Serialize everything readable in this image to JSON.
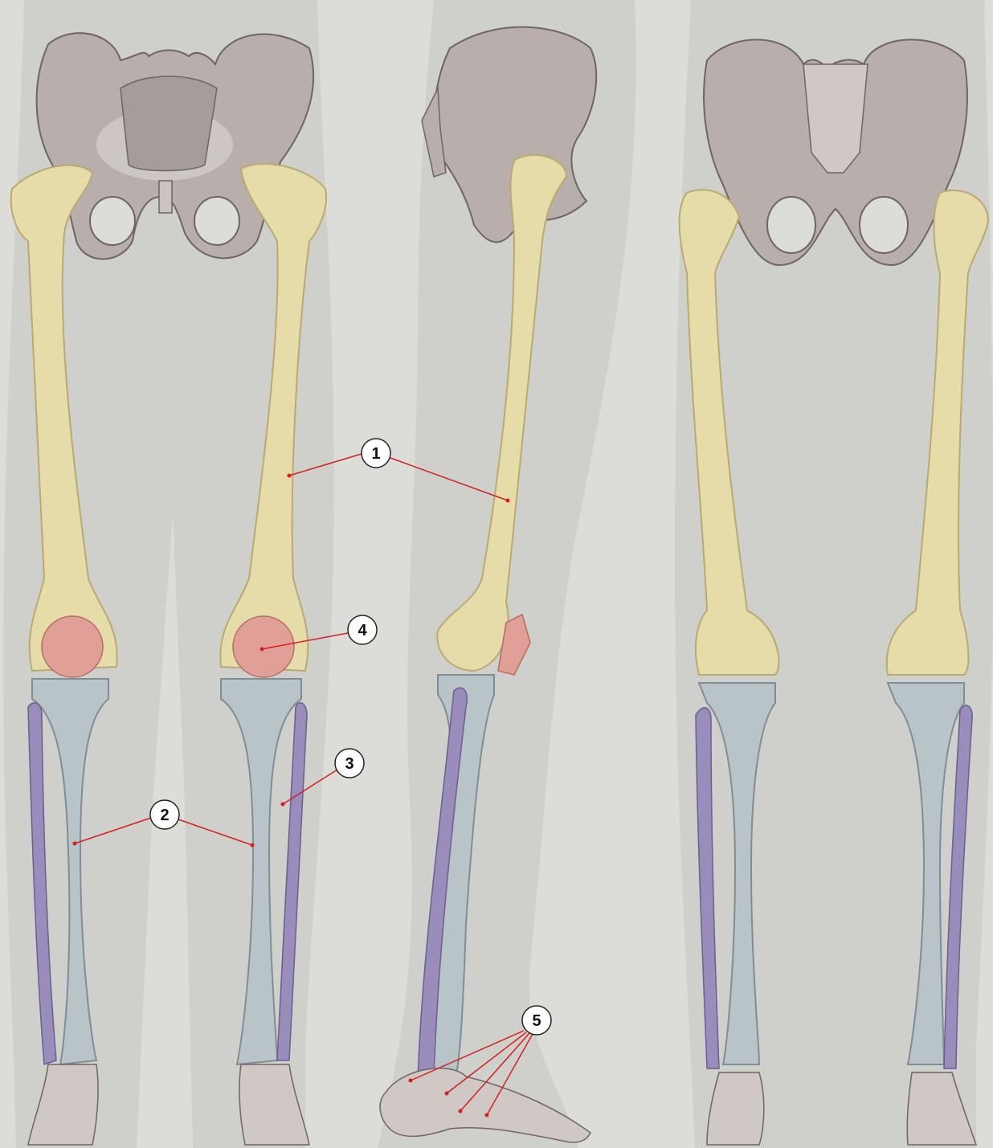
{
  "colors": {
    "background": "#dcdcd8",
    "silhouette": "#cfcfcb",
    "pelvis": "#b8aeab",
    "pelvis_shadow": "#8f8583",
    "femur": "#e6dcaa",
    "femur_edge": "#b8aa70",
    "patella": "#e1a097",
    "tibia": "#b8c4c8",
    "tibia_edge": "#7f8e94",
    "fibula": "#9a8dbb",
    "fibula_edge": "#6a5f8e",
    "foot": "#cfc8c4",
    "leader": "#d32020"
  },
  "views": [
    "anterior",
    "lateral",
    "posterior"
  ],
  "callouts": [
    {
      "id": "1",
      "label": "1",
      "targets_bone": "femur"
    },
    {
      "id": "2",
      "label": "2",
      "targets_bone": "tibia"
    },
    {
      "id": "3",
      "label": "3",
      "targets_bone": "fibula"
    },
    {
      "id": "4",
      "label": "4",
      "targets_bone": "patella"
    },
    {
      "id": "5",
      "label": "5",
      "targets_bone": "tarsals"
    }
  ]
}
